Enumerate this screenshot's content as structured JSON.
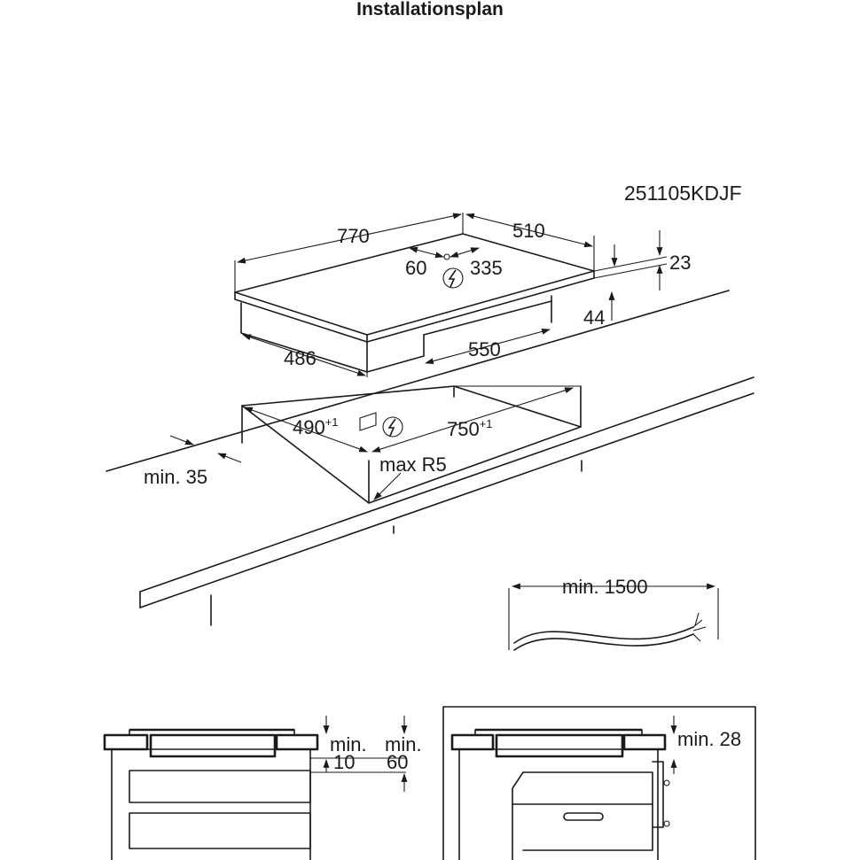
{
  "header": {
    "title": "Installationsplan"
  },
  "model_code": "251105KDJF",
  "dimensions": {
    "hob_width": "770",
    "hob_depth": "510",
    "conn_offset_left": "60",
    "conn_offset_right": "335",
    "glass_thickness": "23",
    "box_height": "44",
    "box_depth": "486",
    "box_width": "550",
    "cutout_depth": "490",
    "cutout_depth_tol": "+1",
    "cutout_width": "750",
    "cutout_width_tol": "+1",
    "corner_radius": "max R5",
    "front_clearance": "min. 35",
    "cable_length": "min. 1500",
    "clearance_a_label": "min.",
    "clearance_a_value": "10",
    "clearance_b_label": "min.",
    "clearance_b_value": "60",
    "clearance_oven": "min. 28"
  },
  "colors": {
    "line": "#1a1a1a",
    "background": "#ffffff"
  },
  "icons": [
    "electrical-connection-icon",
    "electrical-connection-icon"
  ]
}
